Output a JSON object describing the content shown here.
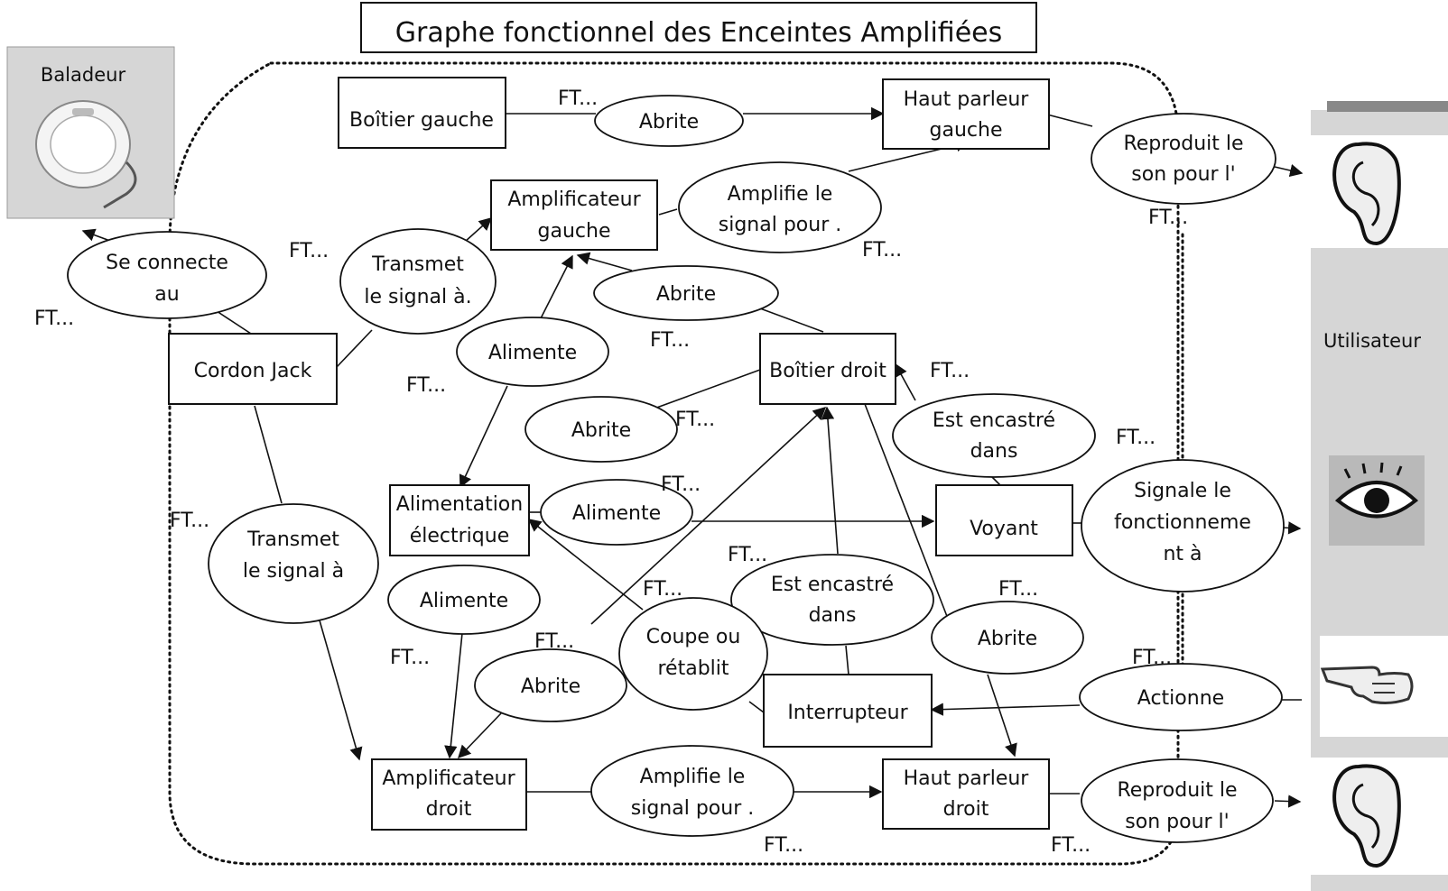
{
  "title": "Graphe fonctionnel des Enceintes Amplifiées",
  "external": {
    "baladeur": "Baladeur",
    "utilisateur": "Utilisateur"
  },
  "nodes": {
    "boitier_gauche": "Boîtier gauche",
    "hp_gauche": [
      "Haut parleur",
      "gauche"
    ],
    "ampli_gauche": [
      "Amplificateur",
      "gauche"
    ],
    "cordon_jack": "Cordon Jack",
    "boitier_droit": "Boîtier droit",
    "alimentation": [
      "Alimentation",
      "électrique"
    ],
    "voyant": "Voyant",
    "interrupteur": "Interrupteur",
    "ampli_droit": [
      "Amplificateur",
      "droit"
    ],
    "hp_droit": [
      "Haut parleur",
      "droit"
    ]
  },
  "functions": {
    "abrite_1": "Abrite",
    "reproduit_1": [
      "Reproduit le",
      "son pour l'"
    ],
    "amplifie_1": [
      "Amplifie le",
      "signal pour ."
    ],
    "se_connecte": [
      "Se connecte",
      "au"
    ],
    "transmet_1": [
      "Transmet",
      "le signal à."
    ],
    "abrite_2": "Abrite",
    "alimente_1": "Alimente",
    "abrite_3": "Abrite",
    "encastre_1": [
      "Est encastré",
      "dans"
    ],
    "alimente_2": "Alimente",
    "signale": [
      "Signale le",
      "fonctionneme",
      "nt à"
    ],
    "transmet_2": [
      "Transmet",
      "le signal à"
    ],
    "alimente_3": "Alimente",
    "encastre_2": [
      "Est encastré",
      "dans"
    ],
    "coupe": [
      "Coupe ou",
      "rétablit"
    ],
    "abrite_4": "Abrite",
    "abrite_5": "Abrite",
    "actionne": "Actionne",
    "amplifie_2": [
      "Amplifie le",
      "signal pour ."
    ],
    "reproduit_2": [
      "Reproduit le",
      "son pour l'"
    ]
  },
  "ft_label": "FT...",
  "icons": {
    "baladeur": "disc-player-icon",
    "ear_top": "ear-icon",
    "eye": "eye-icon",
    "hand": "pointing-hand-icon",
    "ear_bottom": "ear-icon"
  },
  "colors": {
    "ink": "#111111",
    "panel_grey": "#d6d6d6",
    "icon_grey": "#b9b9b9"
  }
}
